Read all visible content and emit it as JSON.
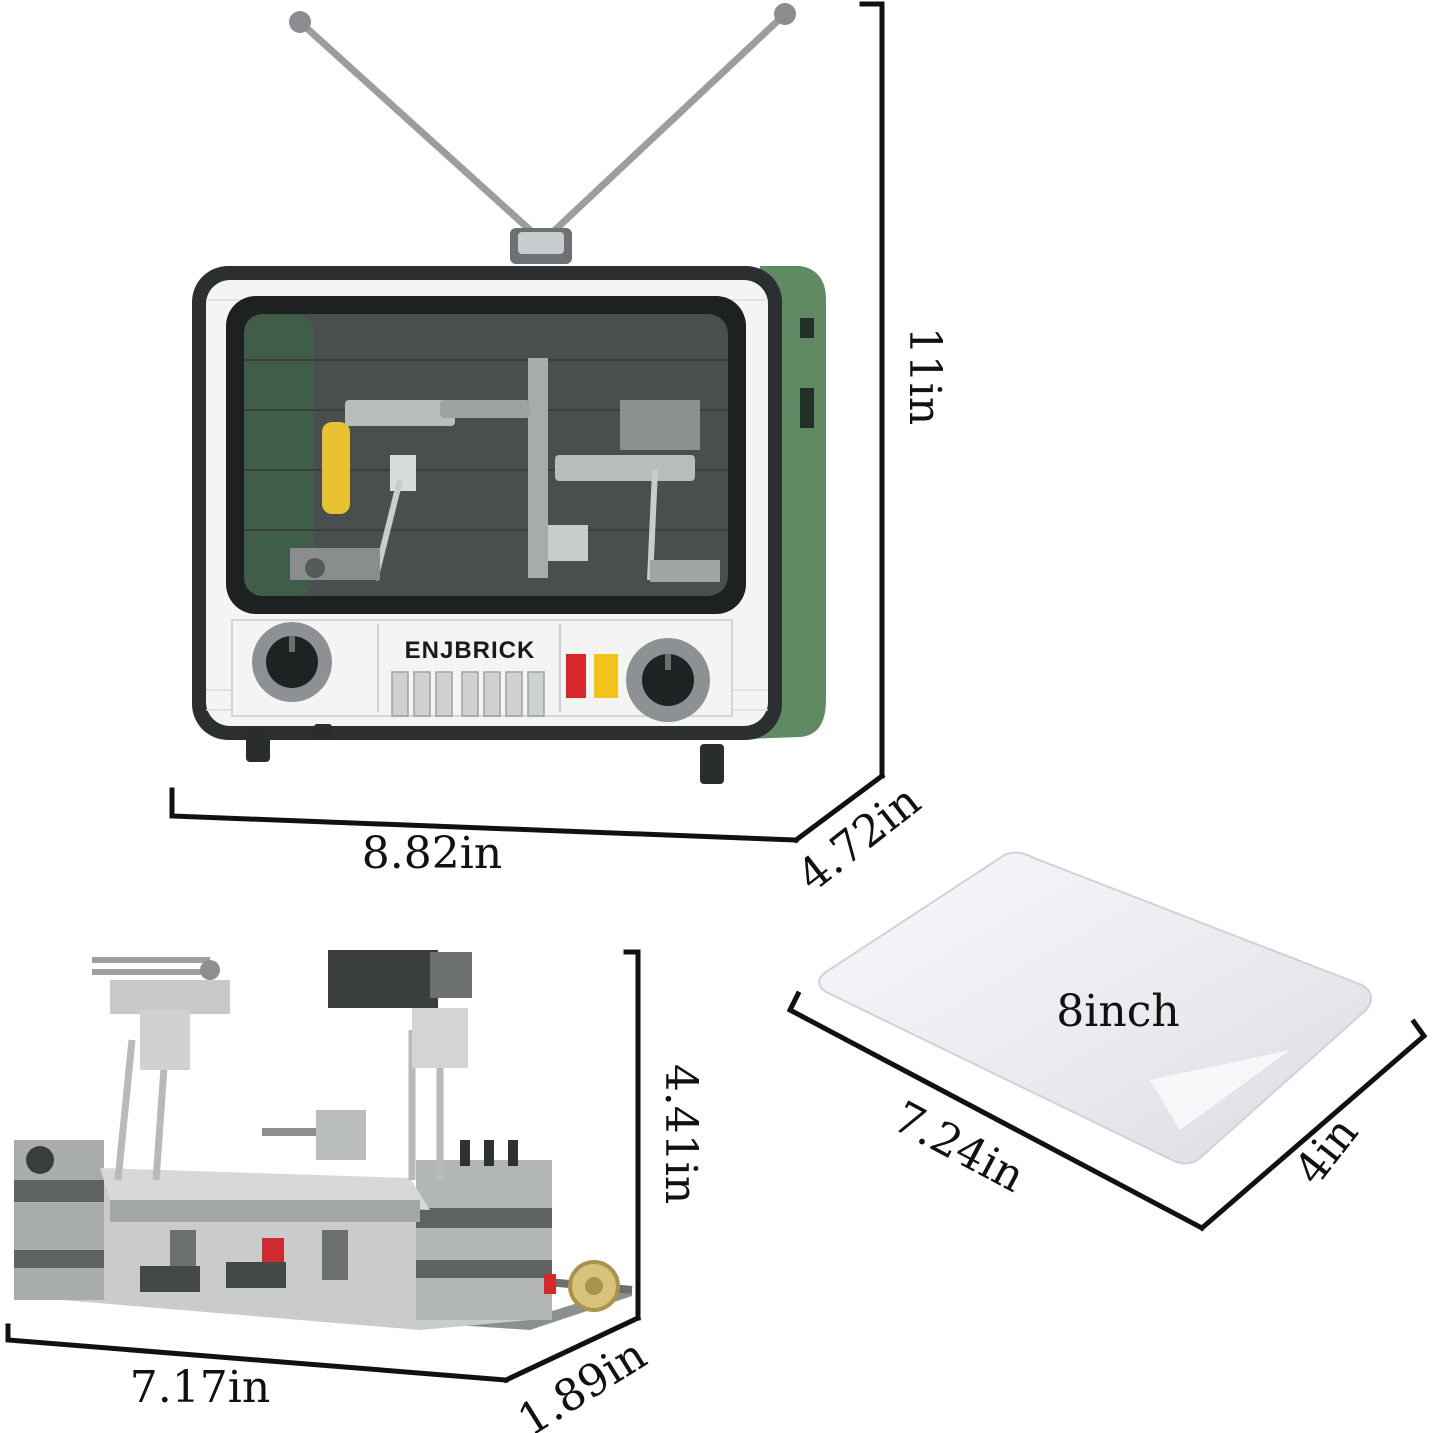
{
  "tv": {
    "brand": "ENJBRICK",
    "height_label": "11in",
    "width_label": "8.82in",
    "depth_label": "4.72in"
  },
  "mechanism": {
    "width_label": "7.17in",
    "depth_label": "1.89in",
    "height_label": "4.41in"
  },
  "screen_film": {
    "title": "8inch",
    "width_label": "7.24in",
    "depth_label": "4in"
  },
  "colors": {
    "tv_side_green": "#5f8a63",
    "frame_dark": "#2b2f2f",
    "knob_grey": "#8e9193",
    "accent_red": "#d8262b",
    "accent_yellow": "#f2c31a"
  }
}
